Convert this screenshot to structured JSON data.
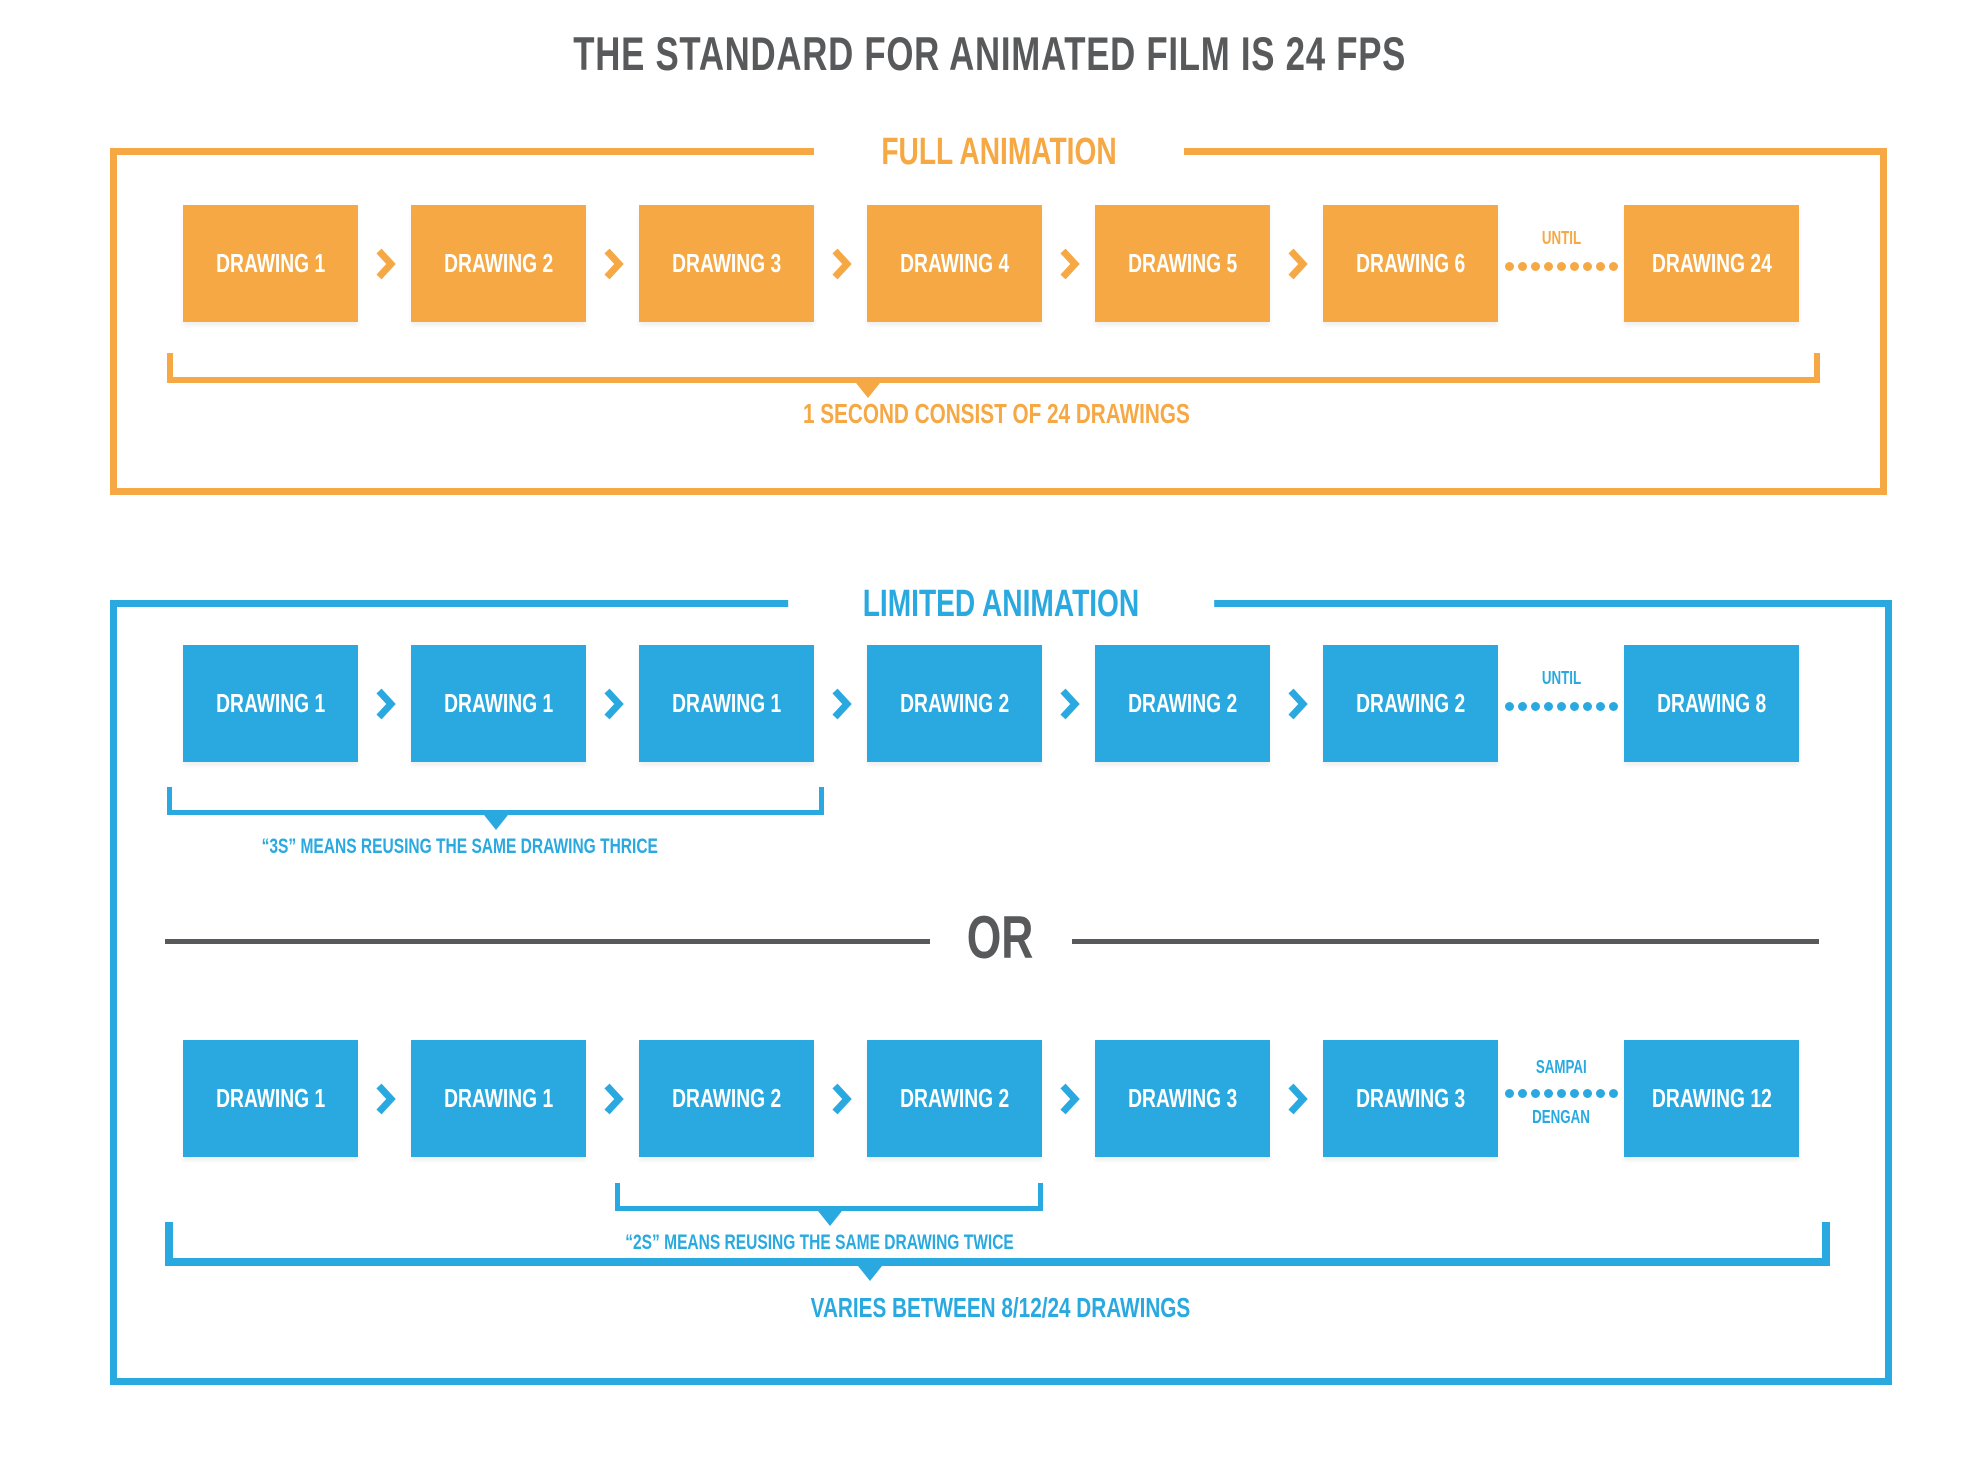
{
  "title": "THE STANDARD FOR ANIMATED FILM IS 24 FPS",
  "colors": {
    "orange": "#F5A843",
    "blue": "#29A9E0",
    "gray": "#58595B",
    "box_text": "#FFFFFF"
  },
  "full_animation": {
    "label": "FULL ANIMATION",
    "boxes": [
      "DRAWING 1",
      "DRAWING 2",
      "DRAWING 3",
      "DRAWING 4",
      "DRAWING 5",
      "DRAWING 6",
      "DRAWING 24"
    ],
    "until_label": "UNTIL",
    "bracket_label": "1 SECOND CONSIST OF 24 DRAWINGS"
  },
  "limited_animation": {
    "label": "LIMITED ANIMATION",
    "or_label": "OR",
    "row1": {
      "boxes": [
        "DRAWING 1",
        "DRAWING 1",
        "DRAWING 1",
        "DRAWING 2",
        "DRAWING 2",
        "DRAWING 2",
        "DRAWING 8"
      ],
      "until_label": "UNTIL",
      "bracket_label": "“3S” MEANS REUSING THE SAME DRAWING THRICE"
    },
    "row2": {
      "boxes": [
        "DRAWING 1",
        "DRAWING 1",
        "DRAWING 2",
        "DRAWING 2",
        "DRAWING 3",
        "DRAWING 3",
        "DRAWING 12"
      ],
      "until_label_top": "SAMPAI",
      "until_label_bottom": "DENGAN",
      "bracket_label": "“2S” MEANS REUSING THE SAME DRAWING TWICE"
    },
    "bottom_bracket_label": "VARIES BETWEEN 8/12/24 DRAWINGS"
  }
}
